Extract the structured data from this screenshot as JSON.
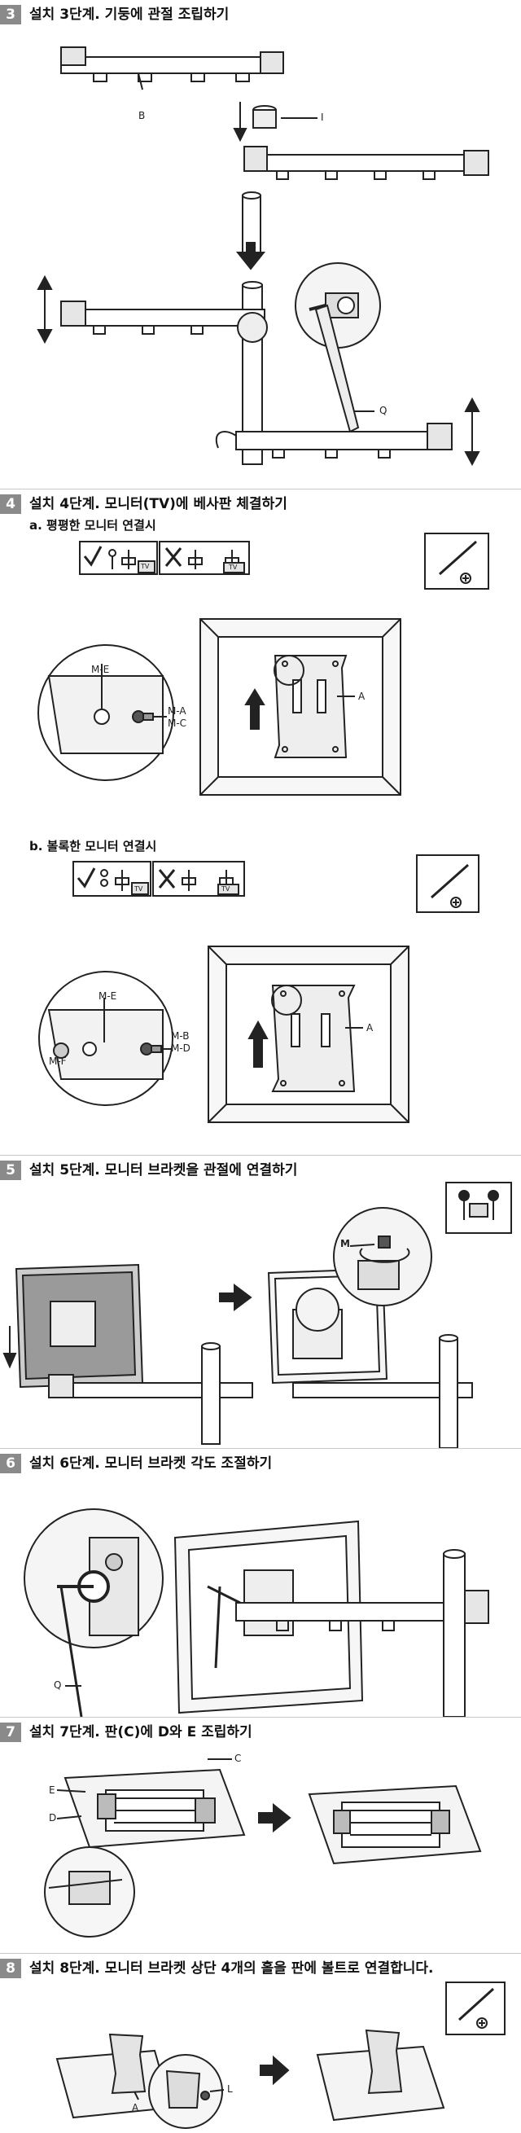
{
  "sections": [
    {
      "num": "3",
      "title": "설치 3단계. 기둥에 관절 조립하기",
      "labels": {
        "b": "B",
        "i": "I",
        "q": "Q"
      }
    },
    {
      "num": "4",
      "title": "설치 4단계. 모니터(TV)에 베사판 체결하기",
      "sub_a": "a. 평평한 모니터 연결시",
      "sub_b": "b. 볼록한 모니터 연결시",
      "labels_a": {
        "me": "M-E",
        "ma": "M-A",
        "mc": "M-C",
        "a": "A",
        "tv1": "TV",
        "tv2": "TV"
      },
      "labels_b": {
        "me": "M-E",
        "mb": "M-B",
        "md": "M-D",
        "mf": "M-F",
        "a": "A",
        "tv1": "TV",
        "tv2": "TV"
      }
    },
    {
      "num": "5",
      "title": "설치 5단계. 모니터 브라켓을 관절에 연결하기",
      "labels": {
        "m": "M"
      }
    },
    {
      "num": "6",
      "title": "설치 6단계. 모니터 브라켓 각도 조절하기",
      "labels": {
        "q": "Q"
      }
    },
    {
      "num": "7",
      "title": "설치 7단계. 판(C)에 D와 E 조립하기",
      "labels": {
        "c": "C",
        "e": "E",
        "d": "D"
      }
    },
    {
      "num": "8",
      "title": "설치 8단계. 모니터 브라켓 상단 4개의 홀을 판에 볼트로 연결합니다.",
      "labels": {
        "a": "A",
        "l": "L"
      }
    }
  ],
  "colors": {
    "badge": "#8a8a8a",
    "rule": "#c8c8c8",
    "stroke": "#222222",
    "fill_light": "#eeeeee",
    "fill_mid": "#d6d6d6"
  }
}
